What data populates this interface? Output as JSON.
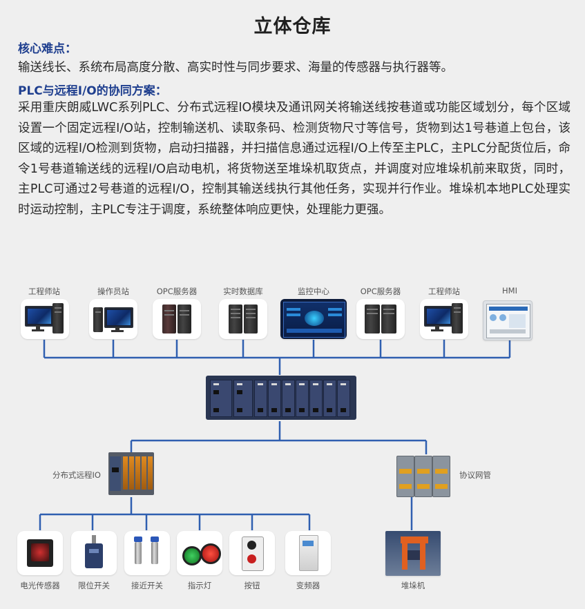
{
  "title": "立体仓库",
  "difficulty": {
    "heading": "核心难点：",
    "text": "输送线长、系统布局高度分散、高实时性与同步要求、海量的传感器与执行器等。"
  },
  "solution": {
    "heading": "PLC与远程I/O的协同方案：",
    "text": "采用重庆朗威LWC系列PLC、分布式远程IO模块及通讯网关将输送线按巷道或功能区域划分，每个区域设置一个固定远程I/O站，控制输送机、读取条码、检测货物尺寸等信号，货物到达1号巷道上包台，该区域的远程I/O检测到货物，启动扫描器，并扫描信息通过远程I/O上传至主PLC，主PLC分配货位后，命令1号巷道输送线的远程I/O启动电机，将货物送至堆垛机取货点，并调度对应堆垛机前来取货，同时，主PLC可通过2号巷道的远程I/O，控制其输送线执行其他任务，实现并行作业。堆垛机本地PLC处理实时运动控制，主PLC专注于调度，系统整体响应更快，处理能力更强。"
  },
  "diagram": {
    "top_nodes": [
      {
        "label": "工程师站",
        "icon": "workstation-icon"
      },
      {
        "label": "操作员站",
        "icon": "workstation-icon"
      },
      {
        "label": "OPC服务器",
        "icon": "server-icon"
      },
      {
        "label": "实时数据库",
        "icon": "database-server-icon"
      },
      {
        "label": "监控中心",
        "icon": "dashboard-screen-icon"
      },
      {
        "label": "OPC服务器",
        "icon": "server-icon"
      },
      {
        "label": "工程师站",
        "icon": "workstation-icon"
      },
      {
        "label": "HMI",
        "icon": "hmi-panel-icon"
      }
    ],
    "remote_io_label": "分布式远程IO",
    "gateway_label": "协议网管",
    "bottom_nodes": [
      {
        "label": "电光传感器",
        "icon": "photoelectric-sensor-icon"
      },
      {
        "label": "限位开关",
        "icon": "limit-switch-icon"
      },
      {
        "label": "接近开关",
        "icon": "proximity-switch-icon"
      },
      {
        "label": "指示灯",
        "icon": "indicator-lamp-icon"
      },
      {
        "label": "按钮",
        "icon": "push-button-icon"
      },
      {
        "label": "变频器",
        "icon": "inverter-icon"
      }
    ],
    "stacker_label": "堆垛机",
    "line_color": "#2f5fb0"
  }
}
